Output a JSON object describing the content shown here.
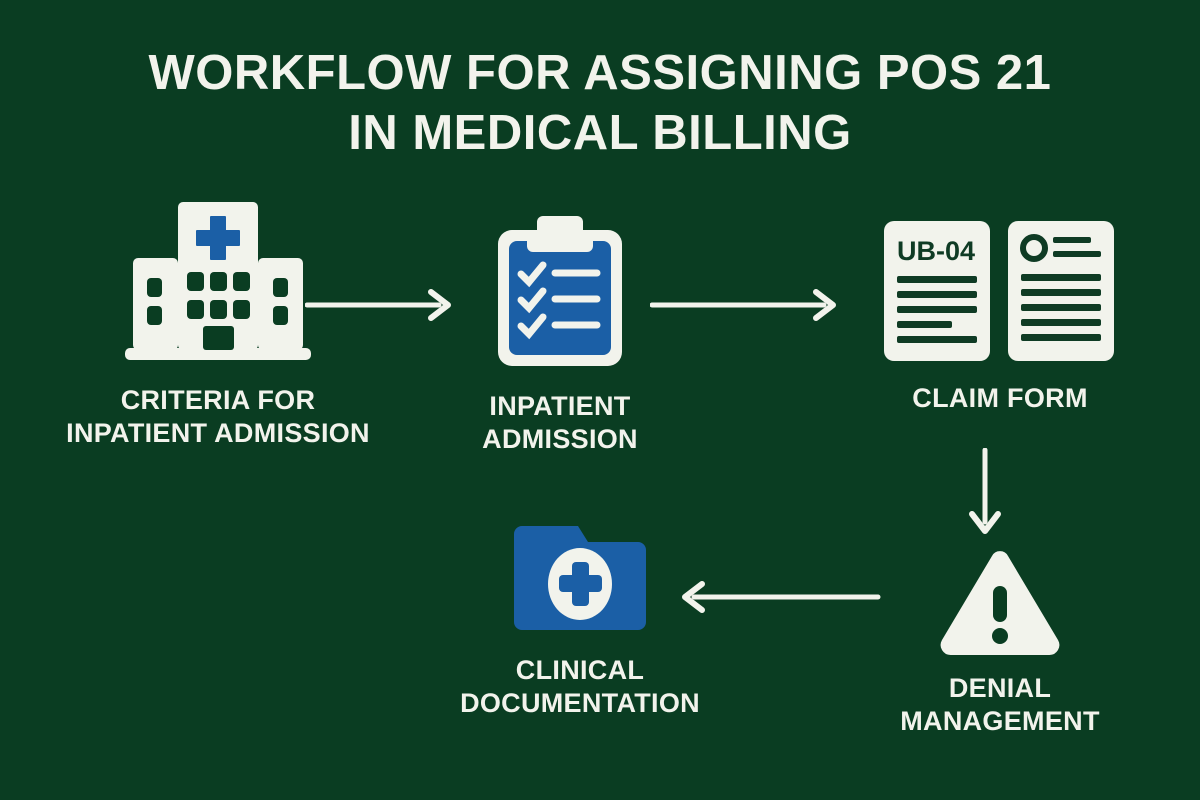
{
  "theme": {
    "background": "#0a3d22",
    "cream": "#f2f3ec",
    "blue": "#1b5fa6",
    "dark_green_detail": "#0f3b24",
    "arrow_color": "#f2f3ec"
  },
  "title": {
    "line1": "WORKFLOW FOR ASSIGNING POS 21",
    "line2": "IN MEDICAL BILLING",
    "full": "WORKFLOW FOR ASSIGNING POS 21 IN MEDICAL BILLING"
  },
  "nodes": [
    {
      "id": "criteria-for-inpatient-admission",
      "label": "CRITERIA FOR\nINPATIENT ADMISSION",
      "icon": "hospital-building-icon",
      "order": 1
    },
    {
      "id": "inpatient-admission",
      "label": "INPATIENT\nADMISSION",
      "icon": "clipboard-checklist-icon",
      "order": 2
    },
    {
      "id": "claim-form",
      "label": "CLAIM FORM",
      "icon": "claim-documents-icon",
      "order": 3,
      "document_label": "UB-04"
    },
    {
      "id": "denial-management",
      "label": "DENIAL\nMANAGEMENT",
      "icon": "warning-triangle-icon",
      "order": 4
    },
    {
      "id": "clinical-documentation",
      "label": "CLINICAL\nDOCUMENTATION",
      "icon": "medical-folder-icon",
      "order": 5
    }
  ],
  "arrows": [
    {
      "id": "arrow-criteria-to-inpatient",
      "direction": "right",
      "from": "criteria-for-inpatient-admission",
      "to": "inpatient-admission"
    },
    {
      "id": "arrow-inpatient-to-claim",
      "direction": "right",
      "from": "inpatient-admission",
      "to": "claim-form"
    },
    {
      "id": "arrow-claim-to-denial",
      "direction": "down",
      "from": "claim-form",
      "to": "denial-management"
    },
    {
      "id": "arrow-denial-to-clinical",
      "direction": "left",
      "from": "denial-management",
      "to": "clinical-documentation"
    }
  ],
  "flow_sequence": [
    "CRITERIA FOR INPATIENT ADMISSION",
    "INPATIENT ADMISSION",
    "CLAIM FORM",
    "DENIAL MANAGEMENT",
    "CLINICAL DOCUMENTATION"
  ]
}
